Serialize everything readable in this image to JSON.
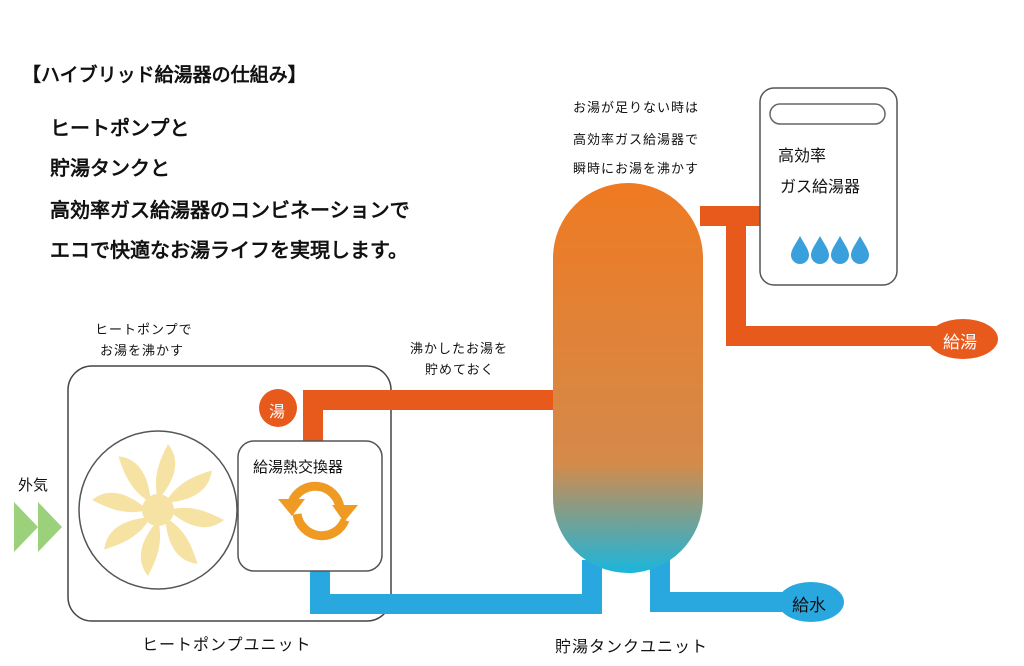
{
  "title": "【ハイブリッド給湯器の仕組み】",
  "intro_lines": [
    "ヒートポンプと",
    "貯湯タンクと",
    "高効率ガス給湯器のコンビネーションで",
    "エコで快適なお湯ライフを実現します。"
  ],
  "notes": {
    "heatpump": [
      "ヒートポンプで",
      "お湯を沸かす"
    ],
    "tank_store": [
      "沸かしたお湯を",
      "貯めておく"
    ],
    "gas_backup": [
      "お湯が足りない時は",
      "高効率ガス給湯器で",
      "瞬時にお湯を沸かす"
    ]
  },
  "labels": {
    "outside_air": "外気",
    "hot_water_badge": "湯",
    "heat_exchanger": "給湯熱交換器",
    "gas_heater": [
      "高効率",
      "ガス給湯器"
    ],
    "hot_supply": "給湯",
    "water_supply": "給水",
    "heatpump_unit": "ヒートポンプユニット",
    "tank_unit": "貯湯タンクユニット"
  },
  "icons": {
    "outside_air_arrow": "double-chevron-right-icon",
    "fan": "fan-icon",
    "cycle": "cycle-arrows-icon",
    "flames": "flame-icon"
  },
  "colors": {
    "hot_pipe": "#e85a1c",
    "cold_pipe": "#29a8e0",
    "tank_top": "#ef7a22",
    "tank_bottom": "#1ab6dc",
    "fan": "#f6e3a4",
    "cycle": "#ef9a22",
    "air_arrow": "#9bd17a",
    "flame": "#3aa0dc"
  }
}
